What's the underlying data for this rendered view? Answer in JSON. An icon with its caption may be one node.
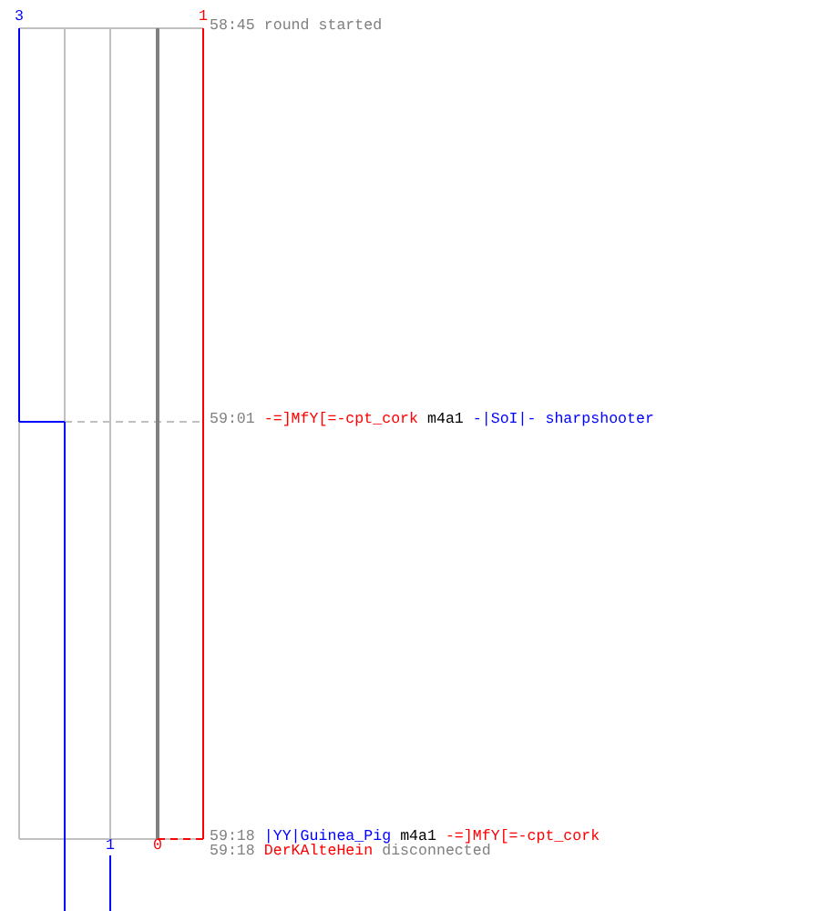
{
  "diagram": {
    "labels": [
      "3",
      "1",
      "58:45",
      "round started",
      "59:01",
      "-=]MfY[=-cpt_cork",
      "m4a1",
      "-|SoI|- sharpshooter",
      "59:18",
      "|YY|Guinea_Pig",
      "m4a1",
      "-=]MfY[=-cpt_cork",
      "1",
      "0",
      "59:18",
      "DerKAlteHein",
      "disconnected"
    ]
  }
}
